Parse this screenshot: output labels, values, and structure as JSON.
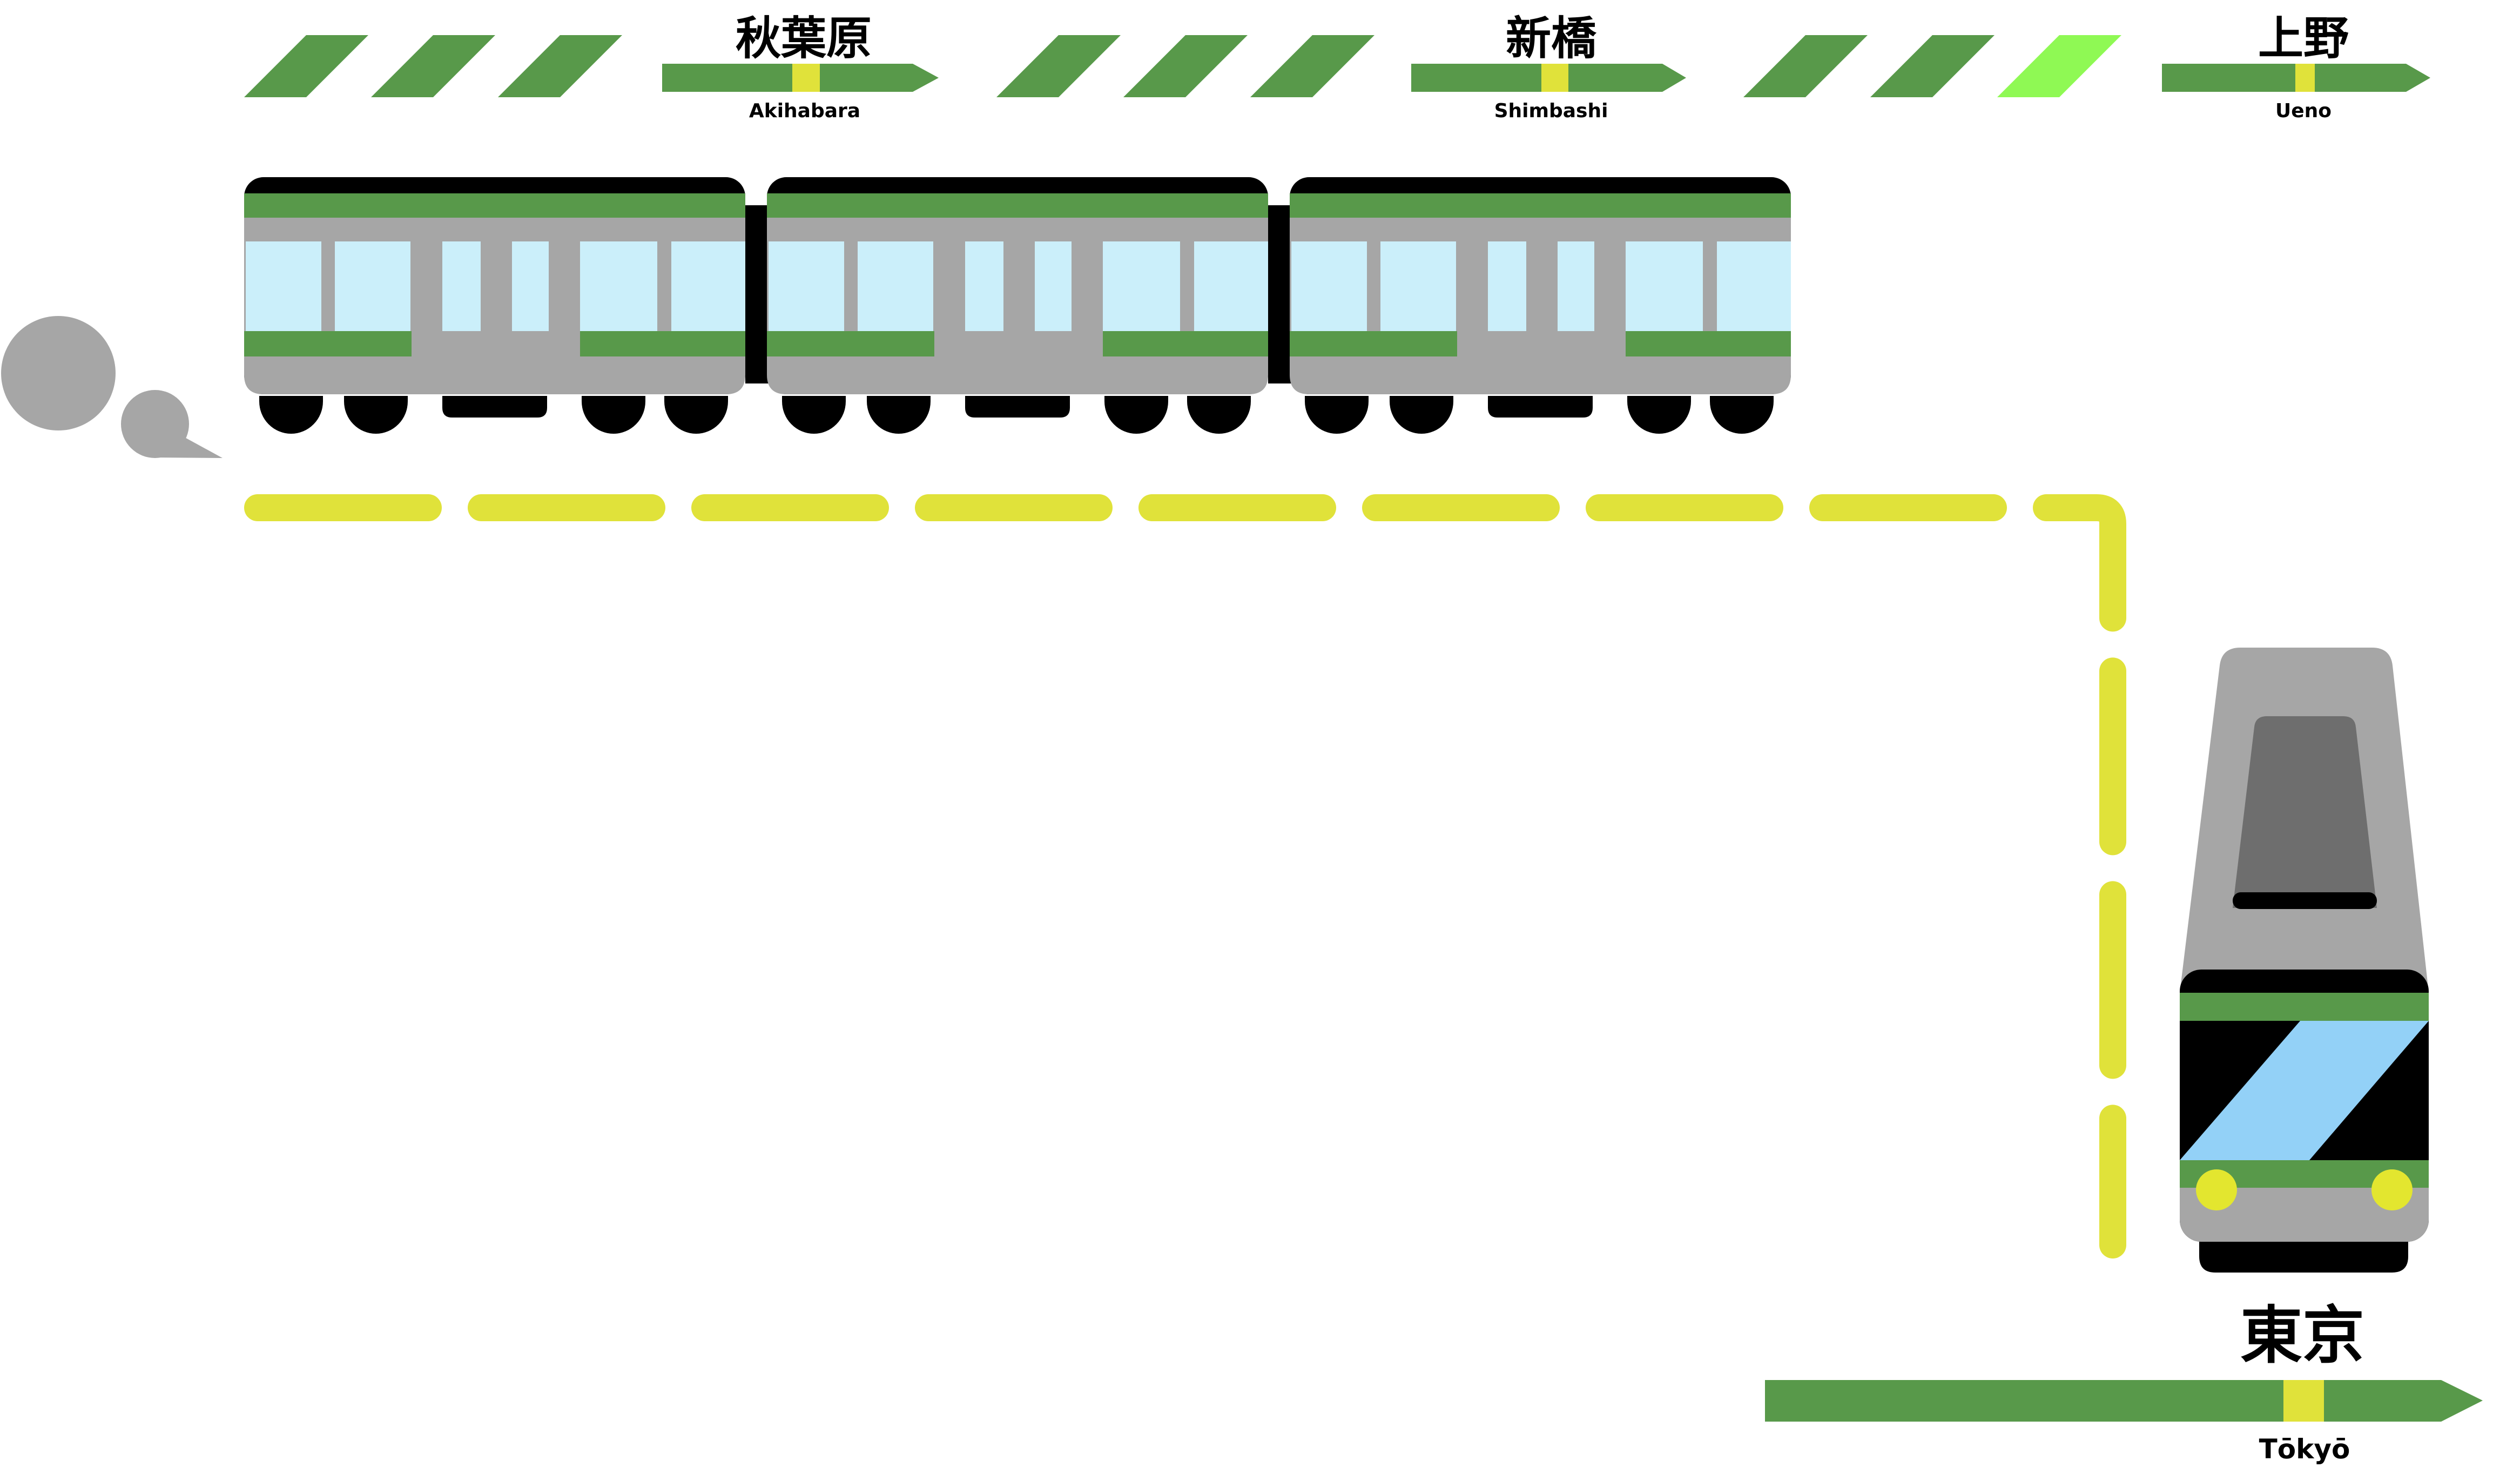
{
  "diagram": {
    "title_visible_text_only": "",
    "stations": [
      {
        "kanji": "秋葉原",
        "romaji": "Akihabara"
      },
      {
        "kanji": "新橋",
        "romaji": "Shimbashi"
      },
      {
        "kanji": "上野",
        "romaji": "Ueno"
      },
      {
        "kanji": "東京",
        "romaji": "Tōkyō"
      }
    ]
  },
  "icons": {
    "train_side": "three-car green commuter train, side view",
    "train_front": "green commuter train, front view",
    "steam_puffs": "two gray puff bubbles",
    "speed_chevrons": "slanted green motion stripes",
    "station_arrow": "green right arrow with yellow station tick",
    "route_dashes": "yellow dashed route line with right-angle turn"
  },
  "colors": {
    "green": "#58994A",
    "light_green": "#8FF954",
    "yellow": "#E0E23A",
    "headlight": "#E3E62F",
    "gray": "#A6A6A6",
    "dark_gray": "#6E6E6E",
    "window_blue": "#CBEFFA",
    "windshield_blue": "#93D1F7",
    "black": "#000000",
    "background": "#FFFFFF"
  }
}
